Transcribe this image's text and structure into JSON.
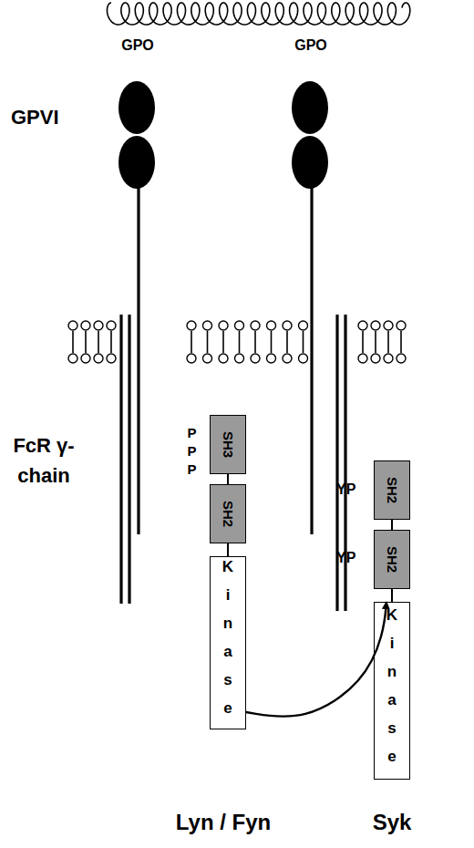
{
  "diagram": {
    "nodes": [
      {
        "text": [
          "SH3"
        ]
      },
      {
        "text": [
          "SH2"
        ]
      },
      {
        "text": [
          "Kinase"
        ]
      },
      {
        "text": [
          "SH2"
        ]
      },
      {
        "text": [
          "SH2"
        ]
      },
      {
        "text": [
          "Kinase"
        ]
      }
    ],
    "edges": [
      {
        "from": 0,
        "to": 1,
        "arrow": "none"
      },
      {
        "from": 1,
        "to": 2,
        "arrow": "none"
      },
      {
        "from": 3,
        "to": 4,
        "arrow": "none"
      },
      {
        "from": 4,
        "to": 5,
        "arrow": "none"
      },
      {
        "from": 2,
        "to": 5,
        "arrow": "to"
      }
    ],
    "labels": [
      "GPO",
      "GPO",
      "GPVI",
      "FcR γ-chain",
      "PPP",
      "YP",
      "YP",
      "Lyn / Fyn",
      "Syk"
    ]
  }
}
